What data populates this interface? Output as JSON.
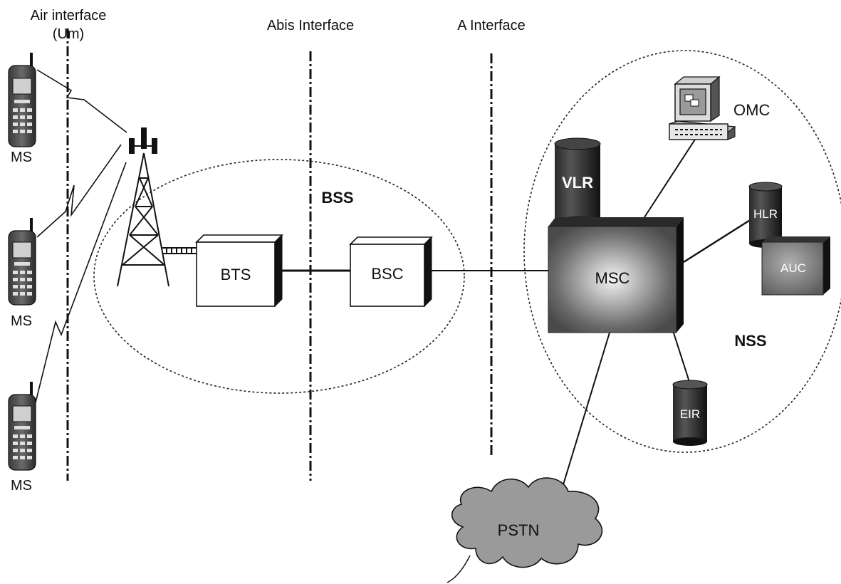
{
  "interfaces": {
    "air": {
      "line1": "Air interface",
      "line2": "(Um)"
    },
    "abis": "Abis Interface",
    "a": "A Interface"
  },
  "subsystems": {
    "bss": "BSS",
    "nss": "NSS"
  },
  "mobile_stations": [
    "MS",
    "MS",
    "MS"
  ],
  "nodes": {
    "bts": "BTS",
    "bsc": "BSC",
    "msc": "MSC",
    "vlr": "VLR",
    "hlr": "HLR",
    "auc": "AUC",
    "eir": "EIR",
    "omc": "OMC",
    "pstn": "PSTN"
  }
}
